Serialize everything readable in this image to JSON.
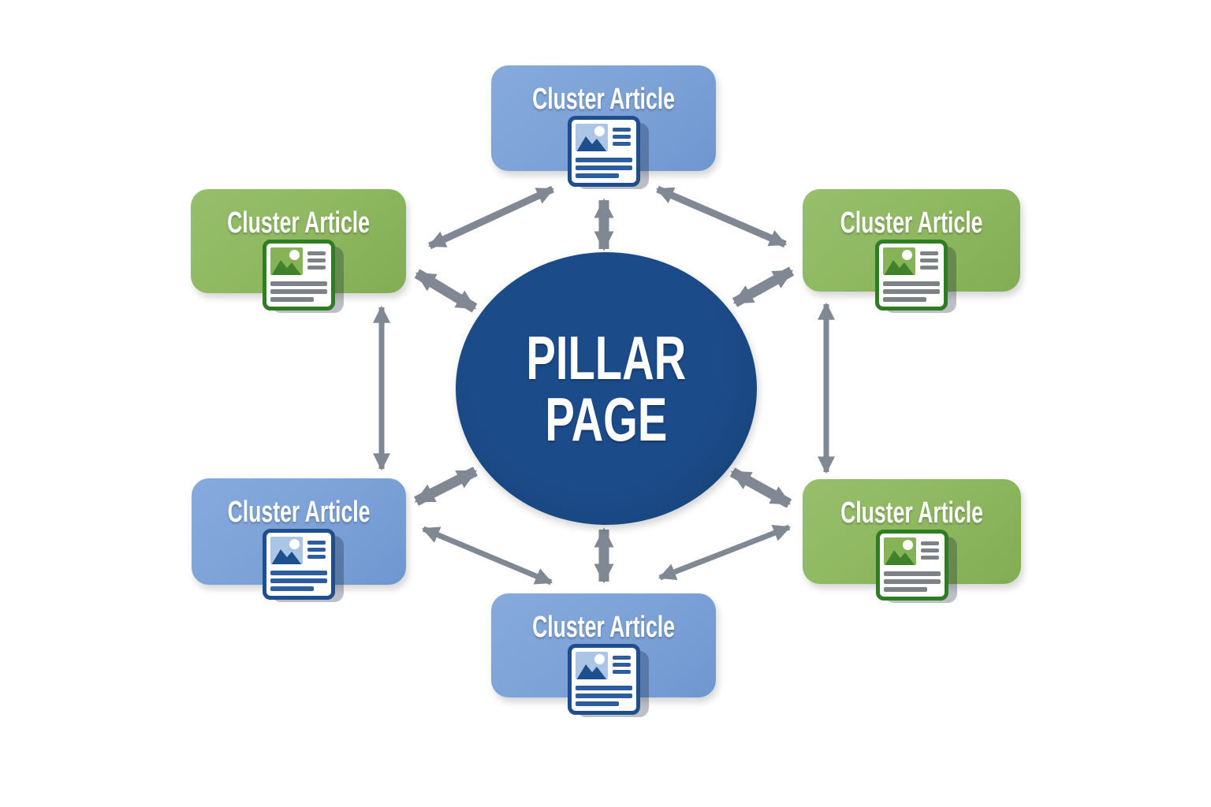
{
  "diagram": {
    "type": "topic-cluster",
    "center": {
      "id": "pillar-page",
      "label": "PILLAR PAGE",
      "label_line1": "PILLAR",
      "label_line2": "PAGE"
    },
    "nodes": [
      {
        "id": "cluster-top",
        "label": "Cluster Article",
        "variant": "blue"
      },
      {
        "id": "cluster-top-left",
        "label": "Cluster Article",
        "variant": "green"
      },
      {
        "id": "cluster-top-right",
        "label": "Cluster Article",
        "variant": "green"
      },
      {
        "id": "cluster-bottom-left",
        "label": "Cluster Article",
        "variant": "blue"
      },
      {
        "id": "cluster-bottom-right",
        "label": "Cluster Article",
        "variant": "green"
      },
      {
        "id": "cluster-bottom",
        "label": "Cluster Article",
        "variant": "blue"
      }
    ],
    "connections": [
      {
        "from": "pillar-page",
        "to": "cluster-top",
        "bidirectional": true
      },
      {
        "from": "pillar-page",
        "to": "cluster-bottom",
        "bidirectional": true
      },
      {
        "from": "pillar-page",
        "to": "cluster-top-left",
        "bidirectional": true
      },
      {
        "from": "pillar-page",
        "to": "cluster-top-right",
        "bidirectional": true
      },
      {
        "from": "pillar-page",
        "to": "cluster-bottom-left",
        "bidirectional": true
      },
      {
        "from": "pillar-page",
        "to": "cluster-bottom-right",
        "bidirectional": true
      },
      {
        "from": "cluster-top-left",
        "to": "cluster-top",
        "bidirectional": true
      },
      {
        "from": "cluster-top",
        "to": "cluster-top-right",
        "bidirectional": true
      },
      {
        "from": "cluster-bottom-left",
        "to": "cluster-bottom",
        "bidirectional": true
      },
      {
        "from": "cluster-bottom",
        "to": "cluster-bottom-right",
        "bidirectional": true
      },
      {
        "from": "cluster-top-left",
        "to": "cluster-bottom-left",
        "bidirectional": true
      },
      {
        "from": "cluster-top-right",
        "to": "cluster-bottom-right",
        "bidirectional": true
      }
    ],
    "colors": {
      "page_bg": "#ffffff",
      "center_blue": "#1c4b8a",
      "node_blue": "#7ba1d7",
      "node_green": "#8db75f",
      "arrow_gray": "#7f8893",
      "icon_border_blue": "#1f4e8d",
      "icon_border_green": "#2e7d22",
      "icon_line_blue": "#2e5d9e",
      "icon_line_gray": "#7d8287",
      "thumb_blue": "#aac5e6",
      "thumb_green": "#86b355",
      "mountain_blue": "#1d4f8c",
      "mountain_green": "#41812c"
    }
  }
}
